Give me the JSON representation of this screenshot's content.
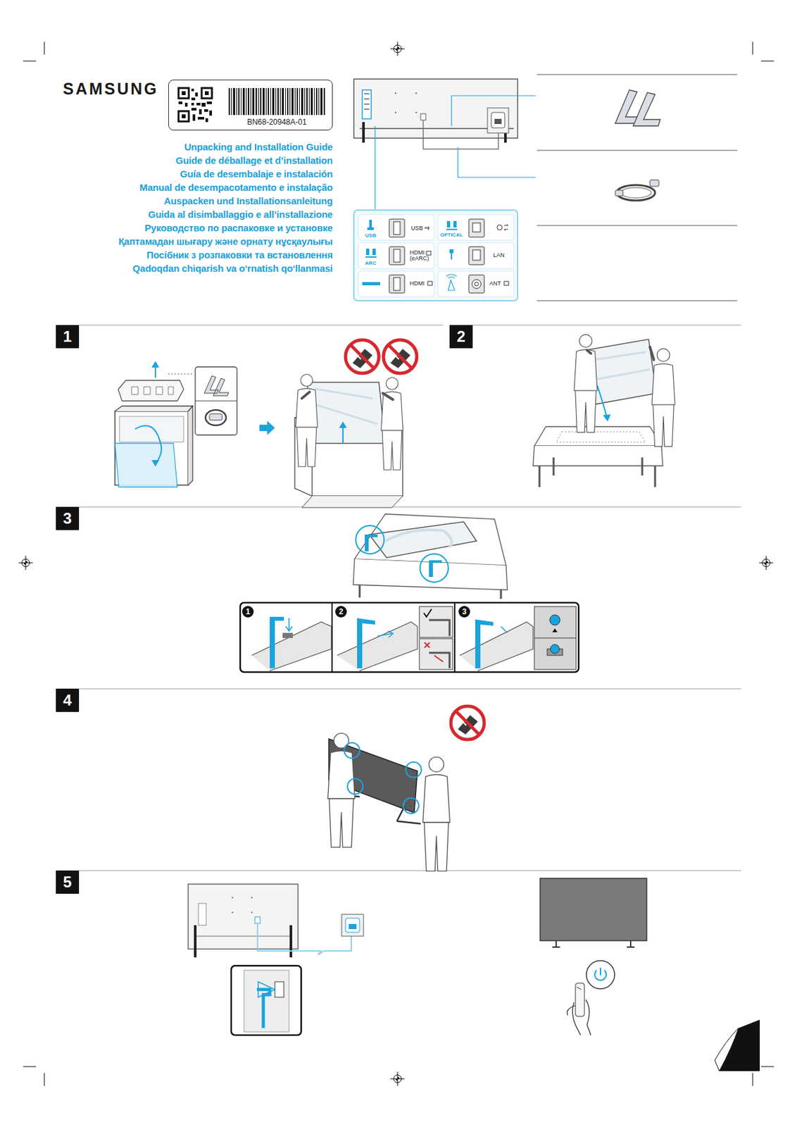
{
  "diagram": {
    "title": "Unpacking and Installation Guide",
    "nodes": [
      {
        "text": [
          "BN68-20948A-01"
        ]
      },
      {
        "text": [
          "1"
        ]
      },
      {
        "text": [
          "2"
        ]
      },
      {
        "text": [
          "3"
        ]
      },
      {
        "text": [
          "1"
        ]
      },
      {
        "text": [
          "2"
        ]
      },
      {
        "text": [
          "3"
        ]
      },
      {
        "text": [
          "4"
        ]
      },
      {
        "text": [
          "5"
        ]
      }
    ],
    "labels": [
      "SAMSUNG",
      "Guide de déballage et d’installation",
      "Guía de desembalaje e instalación",
      "Manual de desempacotamento e instalação",
      "Auspacken und Installationsanleitung",
      "Guida al disimballaggio e all’installazione",
      "Руководство по распаковке и установке",
      "Қаптамадан шығару және орнату нұсқаулығы",
      "Посібник з розпаковки та встановлення",
      "Qadoqdan chiqarish va oʻrnatish qoʻllanmasi",
      "USB",
      "USB",
      "OPTICAL",
      "ARC",
      "HDMI (eARC)",
      "LAN",
      "HDMI",
      "ANT"
    ]
  }
}
